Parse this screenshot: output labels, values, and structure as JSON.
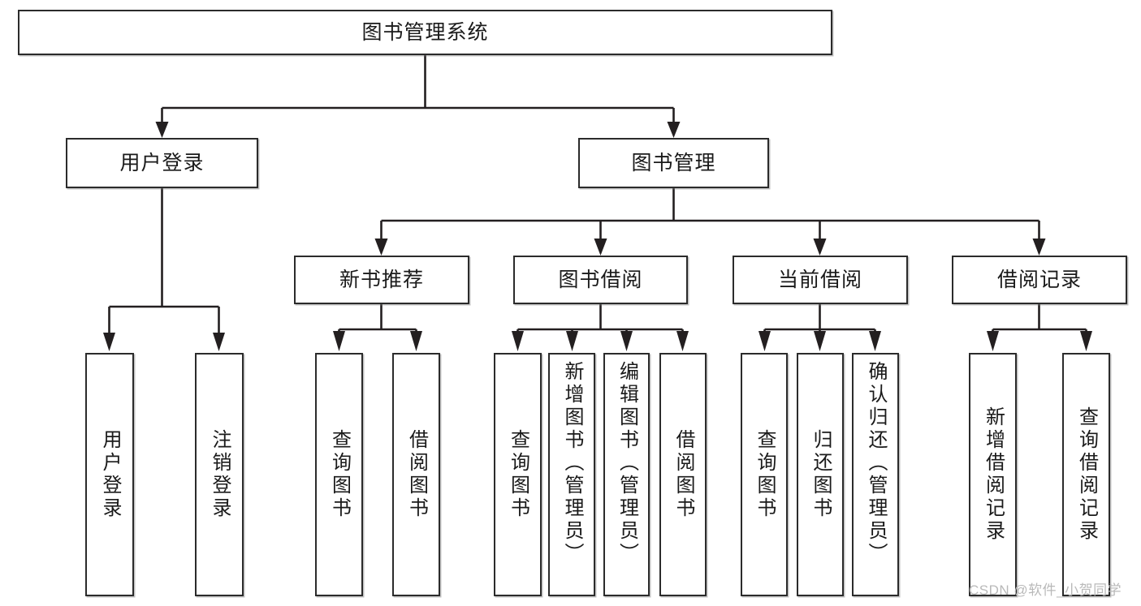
{
  "diagram": {
    "type": "tree",
    "title": "图书管理系统",
    "root": {
      "label": "图书管理系统"
    },
    "level2": [
      {
        "label": "用户登录"
      },
      {
        "label": "图书管理"
      }
    ],
    "level3": [
      {
        "label": "新书推荐"
      },
      {
        "label": "图书借阅"
      },
      {
        "label": "当前借阅"
      },
      {
        "label": "借阅记录"
      }
    ],
    "leaves": [
      {
        "label": "用户登录",
        "parent": "用户登录"
      },
      {
        "label": "注销登录",
        "parent": "用户登录"
      },
      {
        "label": "查询图书",
        "parent": "新书推荐"
      },
      {
        "label": "借阅图书",
        "parent": "新书推荐"
      },
      {
        "label": "查询图书",
        "parent": "图书借阅"
      },
      {
        "label": "新增图书（管理员）",
        "parent": "图书借阅"
      },
      {
        "label": "编辑图书（管理员）",
        "parent": "图书借阅"
      },
      {
        "label": "借阅图书",
        "parent": "图书借阅"
      },
      {
        "label": "查询图书",
        "parent": "当前借阅"
      },
      {
        "label": "归还图书",
        "parent": "当前借阅"
      },
      {
        "label": "确认归还（管理员）",
        "parent": "当前借阅"
      },
      {
        "label": "新增借阅记录",
        "parent": "借阅记录"
      },
      {
        "label": "查询借阅记录",
        "parent": "借阅记录"
      }
    ]
  },
  "watermark": {
    "text": "CSDN @软件_小贺同学"
  },
  "colors": {
    "box_border": "#2b2b2b",
    "connector": "#231f20",
    "background": "#ffffff",
    "watermark": "#b9b9b9"
  }
}
